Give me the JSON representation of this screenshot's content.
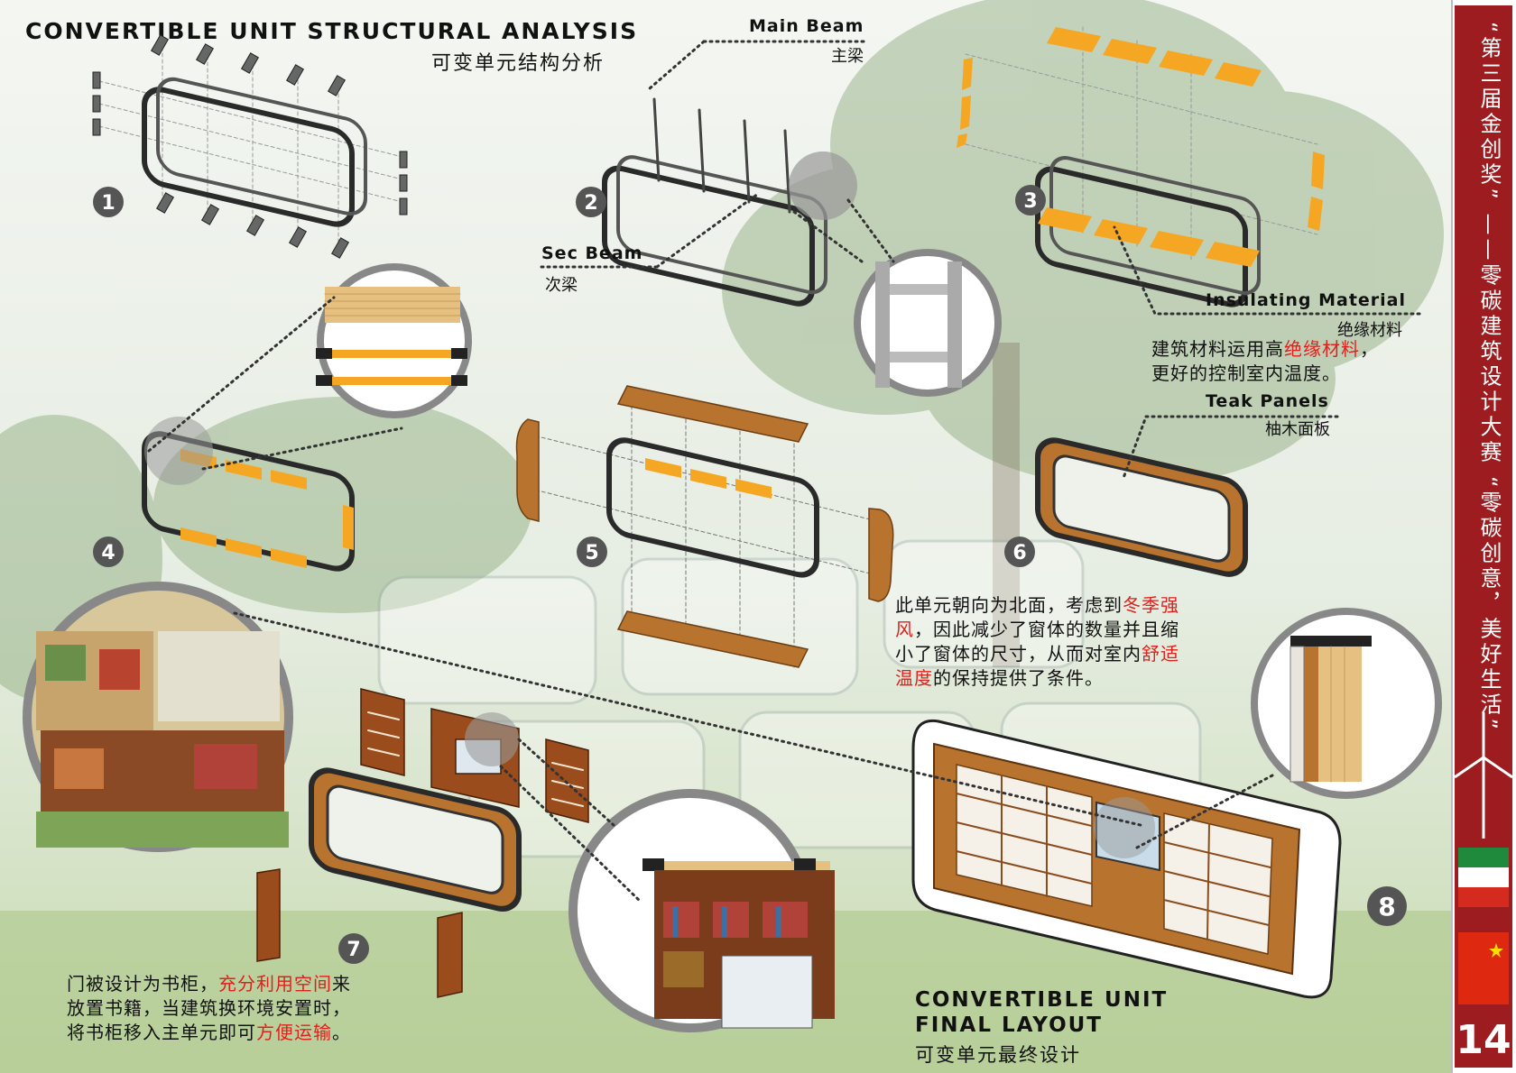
{
  "header": {
    "title_en": "CONVERTIBLE UNIT STRUCTURAL ANALYSIS",
    "title_cn": "可变单元结构分析"
  },
  "callouts": {
    "main_beam_en": "Main Beam",
    "main_beam_cn": "主梁",
    "sec_beam_en": "Sec Beam",
    "sec_beam_cn": "次梁",
    "insulating_en": "Insulating Material",
    "insulating_cn": "绝缘材料",
    "teak_en": "Teak Panels",
    "teak_cn": "柚木面板"
  },
  "descriptions": {
    "insulating_a": "建筑材料运用高",
    "insulating_hl": "绝缘材料",
    "insulating_b": "，",
    "insulating_c": "更好的控制室内温度。",
    "north_a": "此单元朝向为北面，考虑到",
    "north_hl1": "冬季强",
    "north_hl1b": "风",
    "north_b": "，因此减少了窗体的数量并且缩",
    "north_c": "小了窗体的尺寸，从而对室内",
    "north_hl2": "舒适",
    "north_hl2b": "温度",
    "north_d": "的保持提供了条件。",
    "door_a": "门被设计为书柜，",
    "door_hl1": "充分利用空间",
    "door_b": "来",
    "door_c": "放置书籍，当建筑换环境安置时，",
    "door_d": "将书柜移入主单元即可",
    "door_hl2": "方便运输",
    "door_e": "。"
  },
  "final_layout": {
    "title_en_1": "CONVERTIBLE UNIT",
    "title_en_2": "FINAL LAYOUT",
    "title_cn": "可变单元最终设计"
  },
  "steps": [
    "1",
    "2",
    "3",
    "4",
    "5",
    "6",
    "7",
    "8"
  ],
  "sidebar": {
    "vertical_text": "“第三届金创奖” ——零碳建筑设计大赛  “零碳创意，美好生活”",
    "page_number": "14"
  },
  "colors": {
    "accent_red": "#9d1c1f",
    "highlight_red": "#e0201c",
    "insulation_orange": "#f5a623",
    "teak": "#b8742f",
    "frame_dark": "#2a2a2a",
    "badge_grey": "#555555"
  },
  "icons": [
    "wind-turbine-icon",
    "italy-flag-icon",
    "china-flag-icon"
  ]
}
